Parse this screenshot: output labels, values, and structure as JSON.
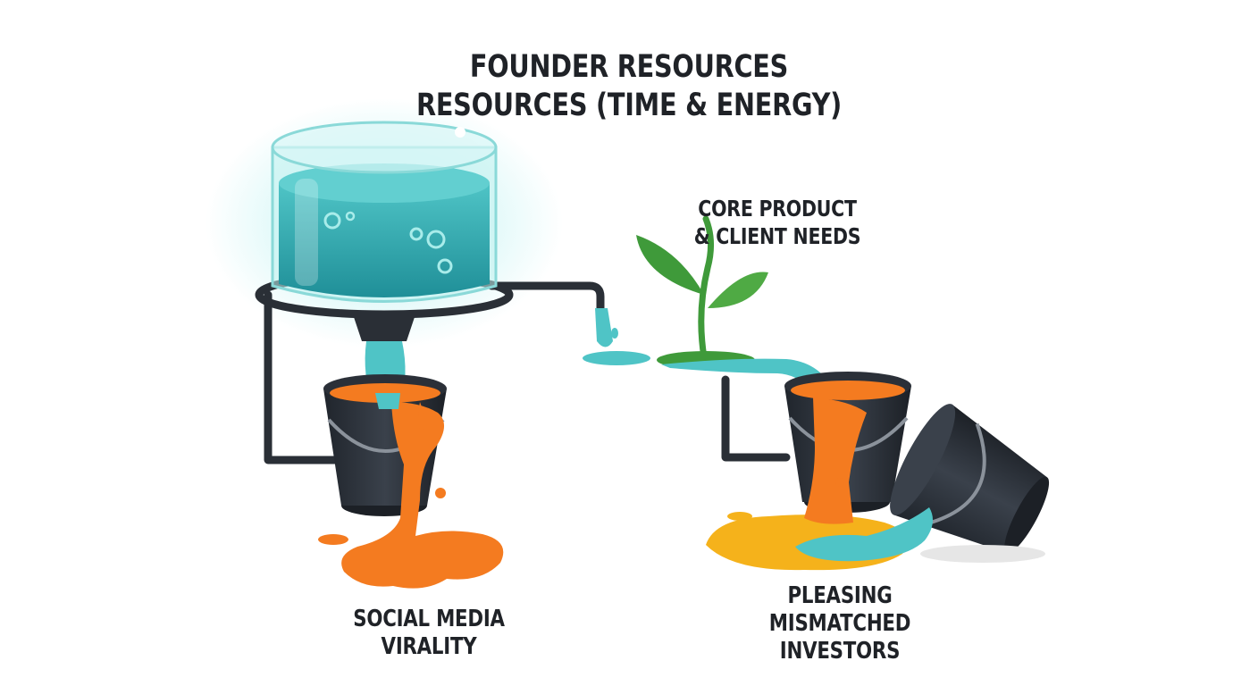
{
  "title": {
    "line1": "FOUNDER RESOURCES",
    "line2": "RESOURCES (TIME & ENERGY)"
  },
  "labels": {
    "core": {
      "line1": "CORE PRODUCT",
      "line2": "& CLIENT NEEDS"
    },
    "social": {
      "line1": "SOCIAL MEDIA",
      "line2": "VIRALITY"
    },
    "investors": {
      "line1": "PLEASING",
      "line2": "MISMATCHED",
      "line3": "INVESTORS"
    }
  },
  "colors": {
    "water": "#3fb8bd",
    "water_dark": "#1f8f98",
    "glass": "#cdf3f2",
    "pipe": "#2a2f36",
    "bucket": "#2b3038",
    "orange": "#f47b20",
    "yellow_spill": "#f5b21b",
    "leaf": "#3f9a3a",
    "text": "#1f2227"
  }
}
